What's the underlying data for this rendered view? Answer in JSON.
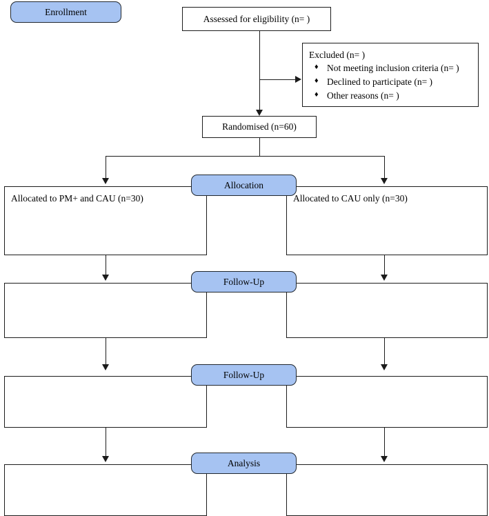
{
  "diagram": {
    "title": "CONSORT participant flow diagram",
    "accent_color": "#a6c3f2",
    "line_color": "#1b1b1b",
    "box_fill": "#ffffff"
  },
  "stages": {
    "enrollment": "Enrollment",
    "allocation": "Allocation",
    "followup_1": "Follow-Up",
    "followup_2": "Follow-Up",
    "analysis": "Analysis"
  },
  "enrollment": {
    "assessed": "Assessed for eligibility (n= )",
    "randomised": "Randomised (n=60)",
    "excluded": {
      "title": "Excluded (n= )",
      "bullet_glyph": "♦",
      "reasons": [
        "Not meeting inclusion criteria (n= )",
        "Declined to participate (n= )",
        "Other reasons (n= )"
      ]
    }
  },
  "arms": {
    "left": {
      "allocation": "Allocated to PM+ and CAU (n=30)",
      "followup_1": "",
      "followup_2": "",
      "analysis": ""
    },
    "right": {
      "allocation": "Allocated to CAU only (n=30)",
      "followup_1": "",
      "followup_2": "",
      "analysis": ""
    }
  }
}
